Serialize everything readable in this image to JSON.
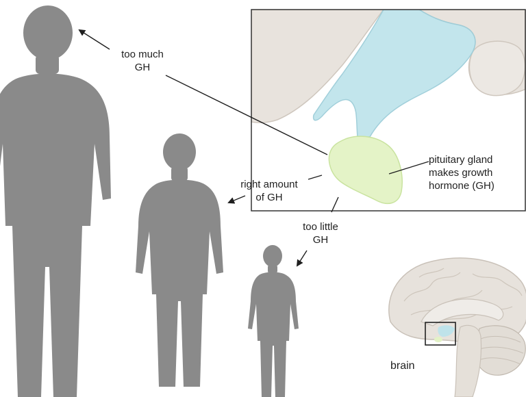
{
  "labels": {
    "too_much": [
      "too much",
      "GH"
    ],
    "right_amount": [
      "right amount",
      "of GH"
    ],
    "too_little": [
      "too little",
      "GH"
    ],
    "pituitary": [
      "pituitary gland",
      "makes growth",
      "hormone (GH)"
    ],
    "brain": "brain"
  },
  "figures": [
    {
      "name": "tall-figure",
      "relative_height": 1.0
    },
    {
      "name": "average-figure",
      "relative_height": 0.66
    },
    {
      "name": "short-figure",
      "relative_height": 0.38
    }
  ],
  "colors": {
    "silhouette": "#8a8a8a",
    "brain_tissue": "#e7e2dc",
    "brain_outline": "#c9c1b8",
    "hypothalamus": "#bfe3ea",
    "pituitary": "#e3f2c6",
    "frame": "#333333",
    "line": "#1f1f1f"
  }
}
